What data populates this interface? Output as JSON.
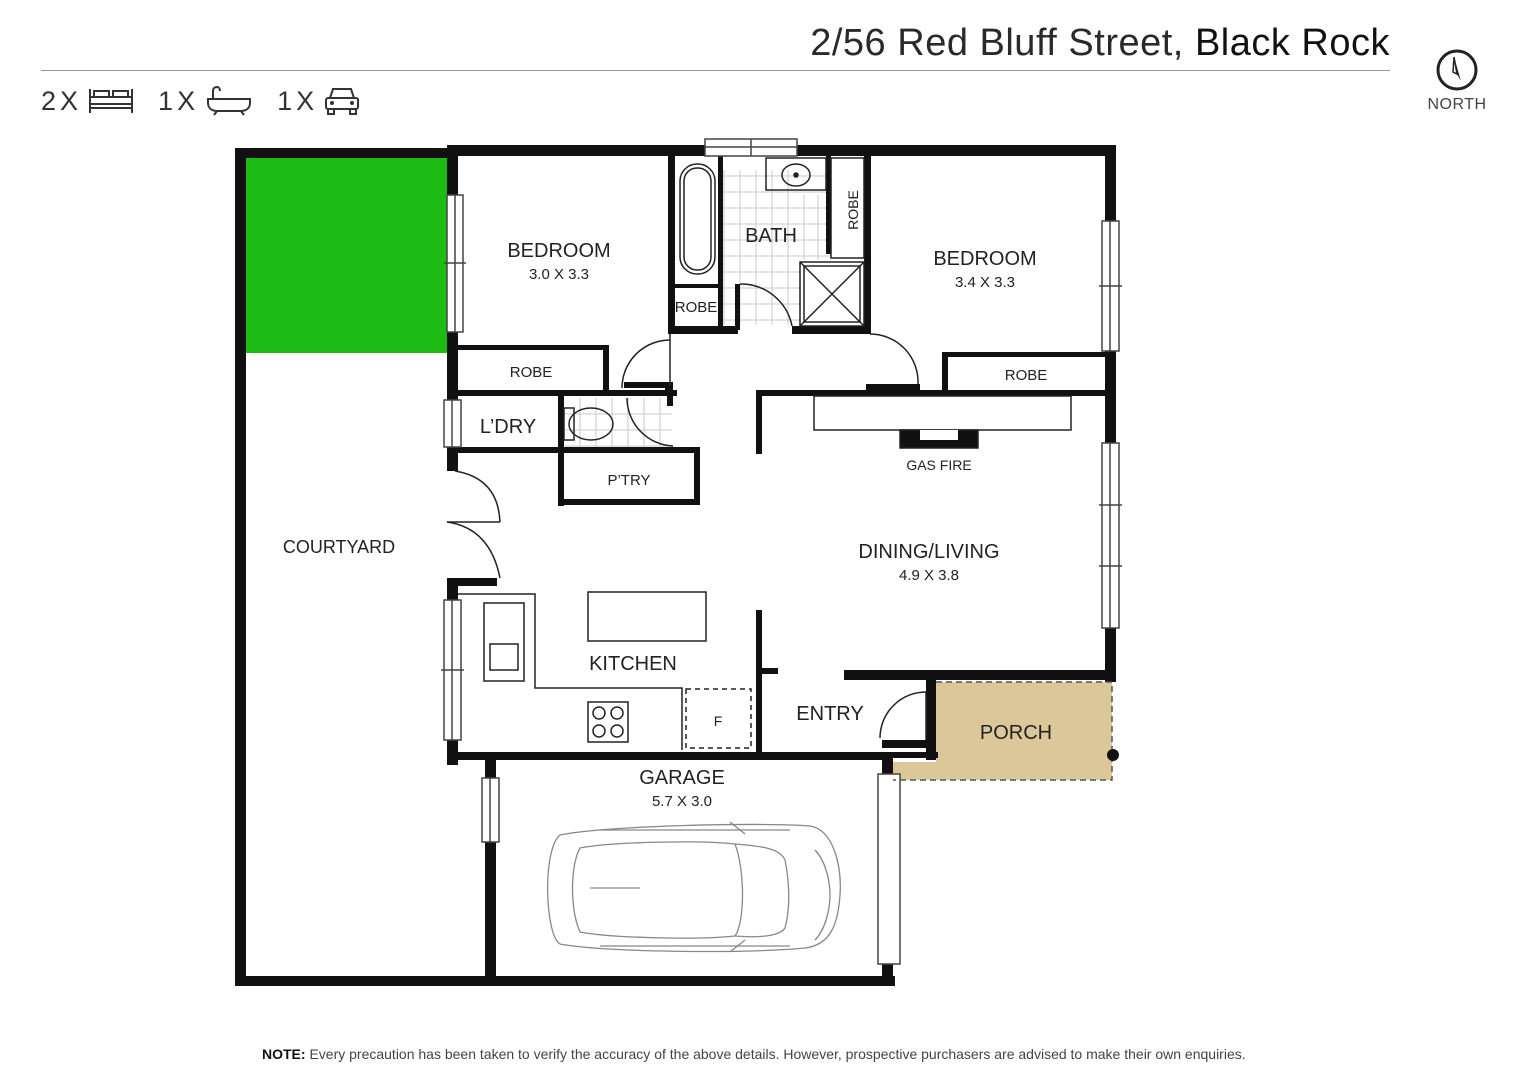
{
  "header": {
    "address": "2/56 Red Bluff Street,",
    "suburb": "Black Rock"
  },
  "stats": [
    {
      "count": "2",
      "times": "X",
      "icon": "bed-icon"
    },
    {
      "count": "1",
      "times": "X",
      "icon": "bathtub-icon"
    },
    {
      "count": "1",
      "times": "X",
      "icon": "car-icon"
    }
  ],
  "compass": {
    "label": "NORTH",
    "icon": "compass-icon"
  },
  "rooms": {
    "bedroom1": {
      "name": "BEDROOM",
      "dims": "3.0 X 3.3"
    },
    "bedroom2": {
      "name": "BEDROOM",
      "dims": "3.4 X 3.3"
    },
    "bath": {
      "name": "BATH"
    },
    "robe_bath": {
      "name": "ROBE"
    },
    "robe_vertical": {
      "name": "ROBE"
    },
    "robe_bed1": {
      "name": "ROBE"
    },
    "robe_bed2": {
      "name": "ROBE"
    },
    "laundry": {
      "name": "L’DRY"
    },
    "pantry": {
      "name": "P’TRY"
    },
    "gas_fire": {
      "name": "GAS FIRE"
    },
    "courtyard": {
      "name": "COURTYARD"
    },
    "dining_living": {
      "name": "DINING/LIVING",
      "dims": "4.9 X 3.8"
    },
    "kitchen": {
      "name": "KITCHEN"
    },
    "fridge": {
      "name": "F"
    },
    "entry": {
      "name": "ENTRY"
    },
    "porch": {
      "name": "PORCH"
    },
    "garage": {
      "name": "GARAGE",
      "dims": "5.7 X 3.0"
    }
  },
  "colors": {
    "courtyard_green": "#1cbc14",
    "porch_tan": "#dcc79a",
    "wall": "#111111"
  },
  "note": {
    "label": "NOTE:",
    "text": "Every precaution has been taken to verify the accuracy of the above details. However, prospective purchasers are advised to make their own enquiries."
  }
}
